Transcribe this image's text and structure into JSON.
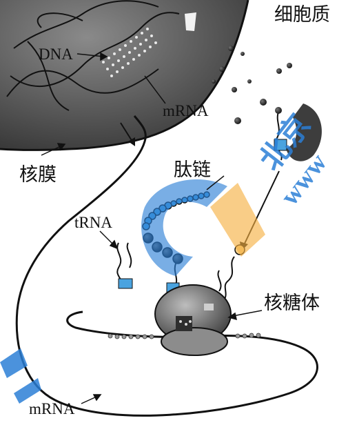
{
  "labels": {
    "cytoplasm": "细胞质",
    "dna": "DNA",
    "mrna_nucleus": "mRNA",
    "nuclear_membrane": "核膜",
    "peptide_chain": "肽链",
    "trna": "tRNA",
    "ribosome": "核糖体",
    "mrna_bottom": "mRNA"
  },
  "watermark": {
    "text": "北京",
    "text2": "www",
    "color": "#2b7fd6",
    "accent": "#f5b041"
  },
  "colors": {
    "nucleus": "#555555",
    "trna": "#4aa3df",
    "ink": "#111111"
  }
}
